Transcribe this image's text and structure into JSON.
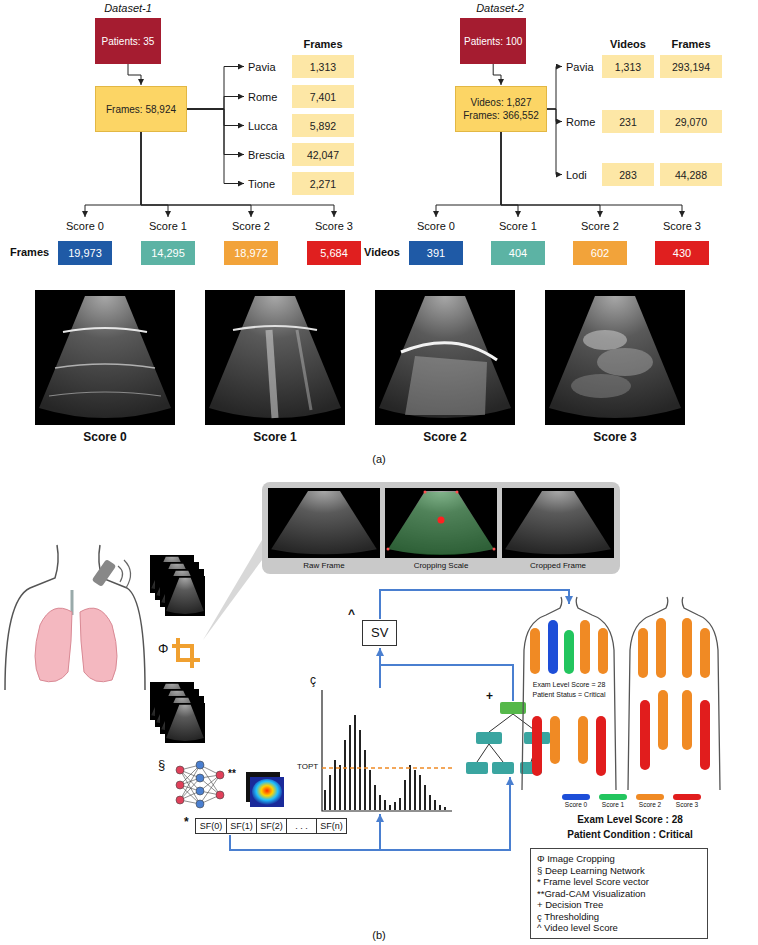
{
  "diagram": {
    "nodes": [
      {
        "text": [
          "Patients: 35"
        ]
      },
      {
        "text": [
          "Frames: 58,924"
        ]
      },
      {
        "text": [
          "Pavia",
          "1,313"
        ]
      },
      {
        "text": [
          "Rome",
          "7,401"
        ]
      },
      {
        "text": [
          "Lucca",
          "5,892"
        ]
      },
      {
        "text": [
          "Brescia",
          "42,047"
        ]
      },
      {
        "text": [
          "Tione",
          "2,271"
        ]
      },
      {
        "text": [
          "Score 0",
          "19,973"
        ]
      },
      {
        "text": [
          "Score 1",
          "14,295"
        ]
      },
      {
        "text": [
          "Score 2",
          "18,972"
        ]
      },
      {
        "text": [
          "Score 3",
          "5,684"
        ]
      },
      {
        "text": [
          "Patients: 100"
        ]
      },
      {
        "text": [
          "Videos: 1,827",
          "Frames: 366,552"
        ]
      },
      {
        "text": [
          "Pavia",
          "1,313",
          "293,194"
        ]
      },
      {
        "text": [
          "Rome",
          "231",
          "29,070"
        ]
      },
      {
        "text": [
          "Lodi",
          "283",
          "44,288"
        ]
      },
      {
        "text": [
          "Score 0",
          "391"
        ]
      },
      {
        "text": [
          "Score 1",
          "404"
        ]
      },
      {
        "text": [
          "Score 2",
          "602"
        ]
      },
      {
        "text": [
          "Score 3",
          "430"
        ]
      },
      {
        "text": [
          "SV"
        ]
      },
      {
        "text": [
          "SF(0)",
          "SF(1)",
          "SF(2)",
          ". . .",
          "SF(n)"
        ]
      },
      {
        "text": [
          "Φ Image Cropping",
          "§ Deep Learning Network",
          "* Frame level Score vector",
          "**Grad-CAM Visualization",
          "+ Decision Tree",
          "ç Thresholding",
          "^ Video level Score"
        ]
      }
    ],
    "edges": [
      {
        "from": 0,
        "to": 1,
        "arrow": "to"
      },
      {
        "from": 1,
        "to": 2,
        "arrow": "to"
      },
      {
        "from": 1,
        "to": 3,
        "arrow": "to"
      },
      {
        "from": 1,
        "to": 4,
        "arrow": "to"
      },
      {
        "from": 1,
        "to": 5,
        "arrow": "to"
      },
      {
        "from": 1,
        "to": 6,
        "arrow": "to"
      },
      {
        "from": 1,
        "to": 7,
        "arrow": "to"
      },
      {
        "from": 1,
        "to": 8,
        "arrow": "to"
      },
      {
        "from": 1,
        "to": 9,
        "arrow": "to"
      },
      {
        "from": 1,
        "to": 10,
        "arrow": "to"
      },
      {
        "from": 11,
        "to": 12,
        "arrow": "to"
      },
      {
        "from": 12,
        "to": 13,
        "arrow": "to"
      },
      {
        "from": 12,
        "to": 14,
        "arrow": "to"
      },
      {
        "from": 12,
        "to": 15,
        "arrow": "to"
      },
      {
        "from": 12,
        "to": 16,
        "arrow": "to"
      },
      {
        "from": 12,
        "to": 17,
        "arrow": "to"
      },
      {
        "from": 12,
        "to": 18,
        "arrow": "to"
      },
      {
        "from": 12,
        "to": 19,
        "arrow": "to"
      }
    ],
    "labels": [
      "Dataset-1",
      "Frames",
      "Frames",
      "Dataset-2",
      "Videos",
      "Frames",
      "Videos",
      "Score 0",
      "Score 1",
      "Score 2",
      "Score 3",
      "(a)",
      "Raw Frame",
      "Cropping Scale",
      "Cropped Frame",
      "Φ",
      "§",
      "*",
      "**",
      "ç",
      "TOPT",
      "+",
      "^",
      "Exam Level Score = 28",
      "Patient Status = Critical",
      "Exam Level Score : 28",
      "Patient Condition : Critical",
      "(b)"
    ],
    "legend": [
      {
        "text": "Score 0",
        "color": "#1d4ed8"
      },
      {
        "text": "Score 1",
        "color": "#22c55e"
      },
      {
        "text": "Score 2",
        "color": "#f08a24"
      },
      {
        "text": "Score 3",
        "color": "#e11d1d"
      }
    ]
  }
}
